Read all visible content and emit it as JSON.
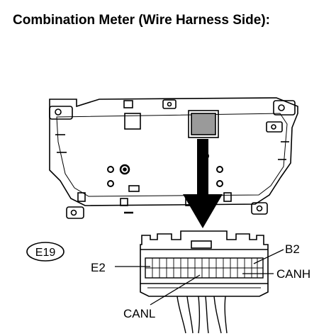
{
  "title": "Combination Meter (Wire Harness Side):",
  "connector_id": "E19",
  "pins": {
    "b2": "B2",
    "e2": "E2",
    "canh": "CANH",
    "canl": "CANL"
  }
}
